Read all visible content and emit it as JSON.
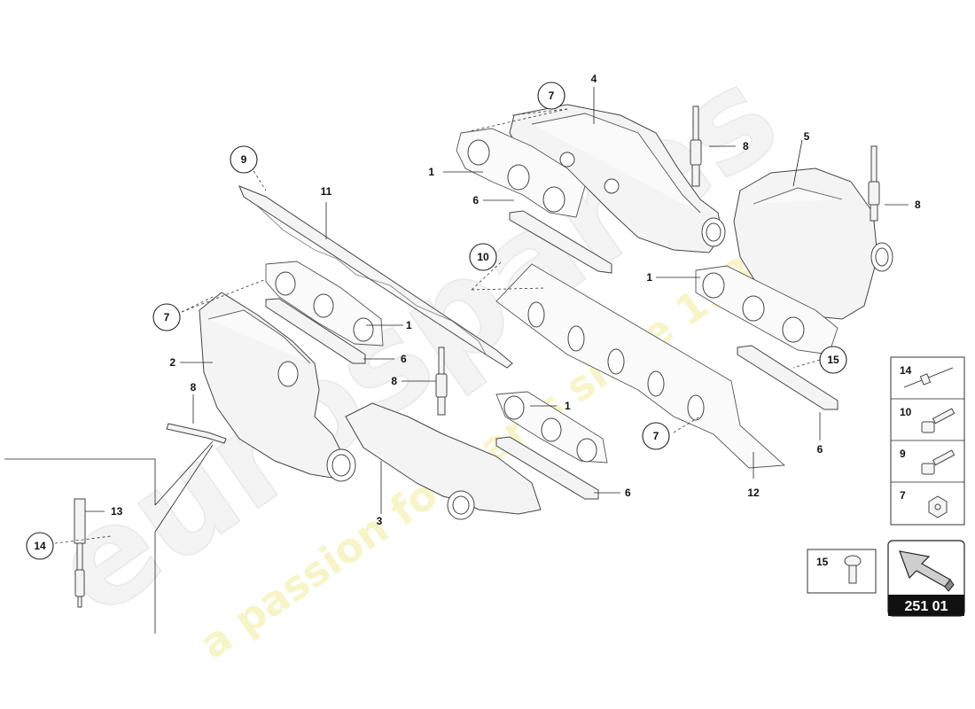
{
  "watermark": {
    "brand": "eurospares",
    "tagline": "a passion for parts since 1985"
  },
  "callouts": {
    "c1": "1",
    "c2": "2",
    "c3": "3",
    "c4": "4",
    "c5": "5",
    "c6": "6",
    "c7": "7",
    "c8": "8",
    "c9": "9",
    "c10": "10",
    "c11": "11",
    "c12": "12",
    "c13": "13",
    "c14": "14",
    "c15": "15"
  },
  "legend": {
    "items": [
      "14",
      "10",
      "9",
      "7"
    ],
    "extra": "15"
  },
  "page_ref": {
    "code": "251 01"
  }
}
